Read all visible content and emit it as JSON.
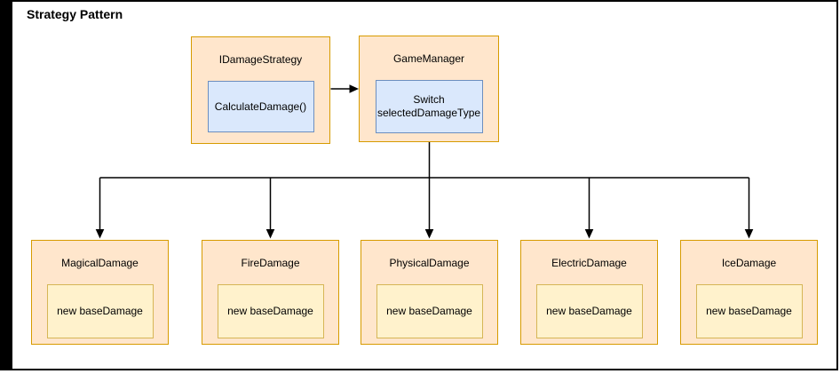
{
  "diagram": {
    "title": "Strategy Pattern",
    "interface": {
      "title": "IDamageStrategy",
      "method": "CalculateDamage()"
    },
    "context": {
      "title": "GameManager",
      "method": "Switch selectedDamageType"
    },
    "strategies": [
      {
        "title": "MagicalDamage",
        "field": "new baseDamage"
      },
      {
        "title": "FireDamage",
        "field": "new baseDamage"
      },
      {
        "title": "PhysicalDamage",
        "field": "new baseDamage"
      },
      {
        "title": "ElectricDamage",
        "field": "new baseDamage"
      },
      {
        "title": "IceDamage",
        "field": "new baseDamage"
      }
    ],
    "colors": {
      "node_fill": "#FFE6CC",
      "node_border": "#D79B00",
      "method_fill": "#DAE8FC",
      "method_border": "#6C8EBF",
      "field_fill": "#FFF2CC",
      "field_border": "#D6B656",
      "connector": "#000000",
      "frame": "#000000",
      "canvas": "#FFFFFF"
    }
  }
}
